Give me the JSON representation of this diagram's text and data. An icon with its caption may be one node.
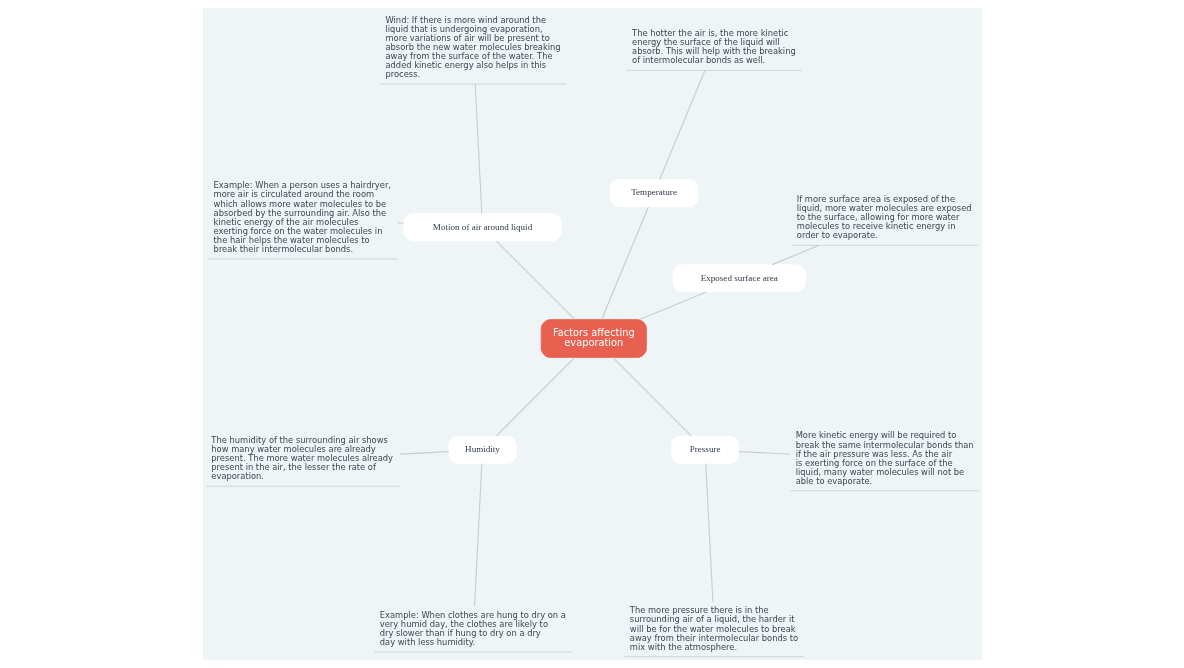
{
  "diagram": {
    "nodes": [
      {
        "text": [
          "Factors affecting evaporation"
        ]
      },
      {
        "text": [
          "Exposed surface area"
        ]
      },
      {
        "text": [
          "If more surface area is exposed of the liquid, more water molecules are exposed to the surface, allowing for more water molecules to receive kinetic energy in order to evaporate."
        ]
      },
      {
        "text": [
          "Temperature"
        ]
      },
      {
        "text": [
          "The hotter the air is, the more kinetic energy the surface of the liquid will absorb. This will help with the breaking of intermolecular bonds as well."
        ]
      },
      {
        "text": [
          "Motion of air around liquid"
        ]
      },
      {
        "text": [
          "Wind: If there is more wind around the liquid that is undergoing evaporation, more variations of air will be present to absorb the new water molecules breaking away from the surface of the water. The added kinetic energy also helps in this process."
        ]
      },
      {
        "text": [
          "Example: When a person uses a hairdryer, more air is circulated around the room which allows more water molecules to be absorbed by the surrounding air. Also the kinetic energy of the air molecules exerting force on the water molecules in the hair helps the water molecules to break their intermolecular bonds."
        ]
      },
      {
        "text": [
          "Humidity"
        ]
      },
      {
        "text": [
          "The humidity of the surrounding air shows how many water molecules are already present. The more water molecules already present in the air, the lesser the rate of evaporation."
        ]
      },
      {
        "text": [
          "Example: When clothes are hung to dry on a very humid day, the clothes are likely to dry slower than if hung to dry on a dry day with less humidity."
        ]
      },
      {
        "text": [
          "Pressure"
        ]
      },
      {
        "text": [
          "The more pressure there is in the surrounding air of a liquid, the harder it will be for the water molecules to break away from their intermolecular bonds to mix with the atmosphere."
        ]
      },
      {
        "text": [
          "More kinetic energy will be required to break the same intermolecular bonds than if the air pressure was less. As the air is exerting force on the surface of the liquid, many water molecules will not be able to evaporate."
        ]
      }
    ],
    "edges": [
      {
        "from": 0,
        "to": 1,
        "arrow": "none"
      },
      {
        "from": 1,
        "to": 2,
        "arrow": "none"
      },
      {
        "from": 0,
        "to": 3,
        "arrow": "none"
      },
      {
        "from": 3,
        "to": 4,
        "arrow": "none"
      },
      {
        "from": 0,
        "to": 5,
        "arrow": "none"
      },
      {
        "from": 5,
        "to": 6,
        "arrow": "none"
      },
      {
        "from": 5,
        "to": 7,
        "arrow": "none"
      },
      {
        "from": 0,
        "to": 8,
        "arrow": "none"
      },
      {
        "from": 8,
        "to": 9,
        "arrow": "none"
      },
      {
        "from": 8,
        "to": 10,
        "arrow": "none"
      },
      {
        "from": 0,
        "to": 11,
        "arrow": "none"
      },
      {
        "from": 11,
        "to": 12,
        "arrow": "none"
      },
      {
        "from": 11,
        "to": 13,
        "arrow": "none"
      }
    ]
  }
}
